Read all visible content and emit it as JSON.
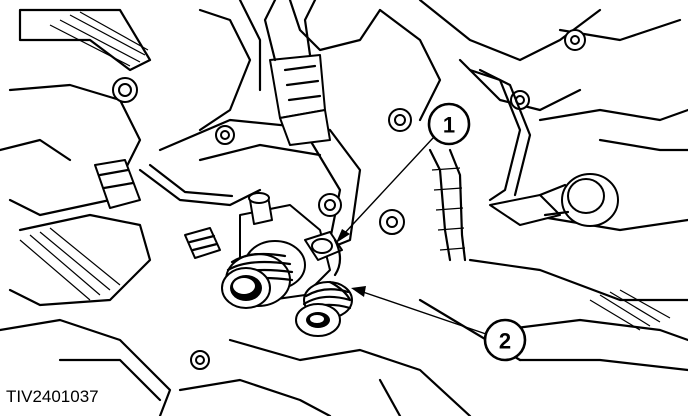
{
  "figure": {
    "id_label": "TIV2401037",
    "callouts": [
      {
        "number": "1"
      },
      {
        "number": "2"
      }
    ]
  }
}
